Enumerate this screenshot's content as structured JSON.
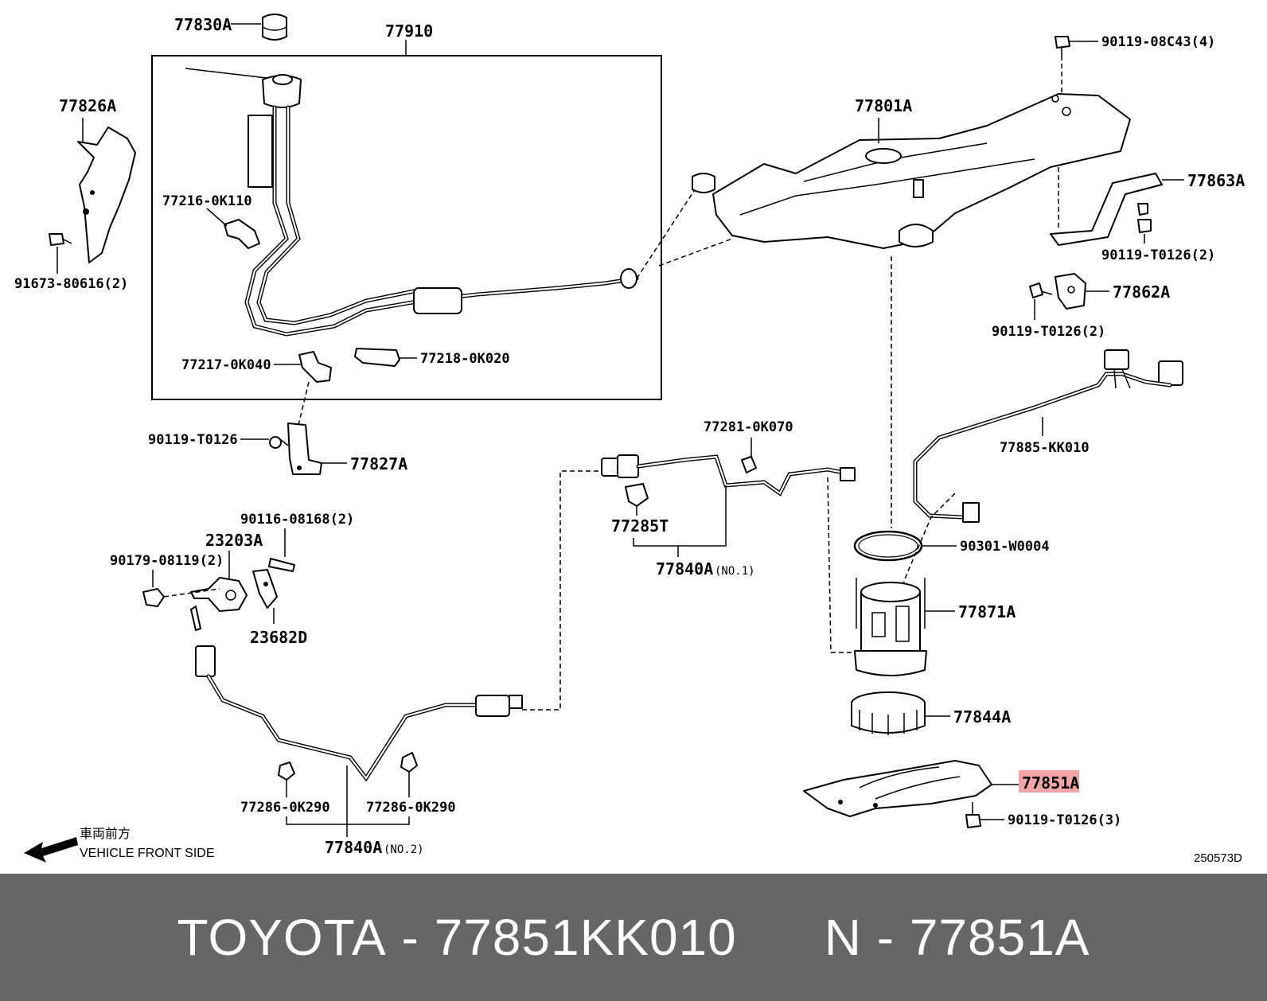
{
  "diagram": {
    "labels": {
      "p77830A": "77830A",
      "p77910": "77910",
      "p77826A": "77826A",
      "p91673": "91673-80616(2)",
      "p77216": "77216-0K110",
      "p77217": "77217-0K040",
      "p77218": "77218-0K020",
      "p90119_t0126_a": "90119-T0126",
      "p77827A": "77827A",
      "p90116": "90116-08168(2)",
      "p23203A": "23203A",
      "p90179": "90179-08119(2)",
      "p23682D": "23682D",
      "p77286_a": "77286-0K290",
      "p77286_b": "77286-0K290",
      "p77840A_2": "77840A",
      "p77840A_2_note": "(NO.2)",
      "p77281": "77281-0K070",
      "p77285T": "77285T",
      "p77840A_1": "77840A",
      "p77840A_1_note": "(NO.1)",
      "p77801A": "77801A",
      "p90119_08c43": "90119-08C43(4)",
      "p77863A": "77863A",
      "p90119_t0126_b": "90119-T0126(2)",
      "p77862A": "77862A",
      "p90119_t0126_c": "90119-T0126(2)",
      "p77885": "77885-KK010",
      "p90301": "90301-W0004",
      "p77871A": "77871A",
      "p77844A": "77844A",
      "p77851A": "77851A",
      "p90119_t0126_d": "90119-T0126(3)"
    },
    "direction_jp": "車両前方",
    "direction_en": "VEHICLE FRONT SIDE",
    "drawing_code": "250573D",
    "highlight_color": "#f3a5a5"
  },
  "footer": {
    "brand": "TOYOTA",
    "part_number": "77851KK010",
    "ref_prefix": "N",
    "ref_number": "77851A",
    "background": "#666666"
  }
}
